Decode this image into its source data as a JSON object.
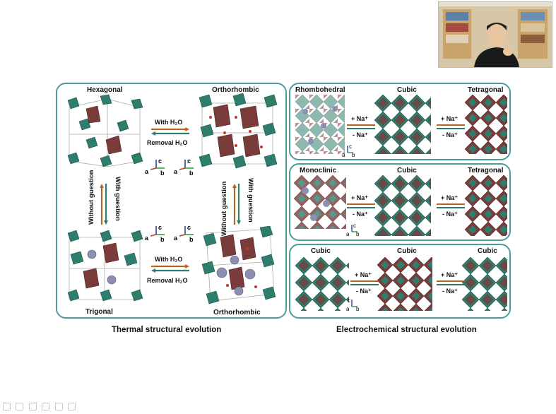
{
  "figure": {
    "thermal": {
      "hexagonal": "Hexagonal",
      "orthorhombic_top": "Orthorhombic",
      "trigonal": "Trigonal",
      "orthorhombic_bottom": "Orthorhombic",
      "with_h2o_top": "With H₂O",
      "removal_h2o_top": "Removal H₂O",
      "with_h2o_bottom": "With H₂O",
      "removal_h2o_bottom": "Removal H₂O",
      "without_guestion_left": "Without guestion",
      "with_guestion_left": "With guestion",
      "without_guestion_right": "Without guestion",
      "with_guestion_right": "With guestion",
      "caption": "Thermal structural evolution"
    },
    "electrochemical": {
      "row1": [
        "Rhombohedral",
        "Cubic",
        "Tetragonal"
      ],
      "row2": [
        "Monoclinic",
        "Cubic",
        "Tetragonal"
      ],
      "row3": [
        "Cubic",
        "Cubic",
        "Cubic"
      ],
      "plus_na": "+ Na⁺",
      "minus_na": "- Na⁺",
      "caption": "Electrochemical structural evolution"
    },
    "axes": {
      "a": "a",
      "b": "b",
      "c": "c"
    }
  },
  "colors": {
    "panel_border": "#4f9a9a",
    "teal": "#2f7d6d",
    "maroon": "#7a3b3b",
    "arrow_orange": "#b5651d",
    "arrow_teal": "#2f7d6d"
  }
}
